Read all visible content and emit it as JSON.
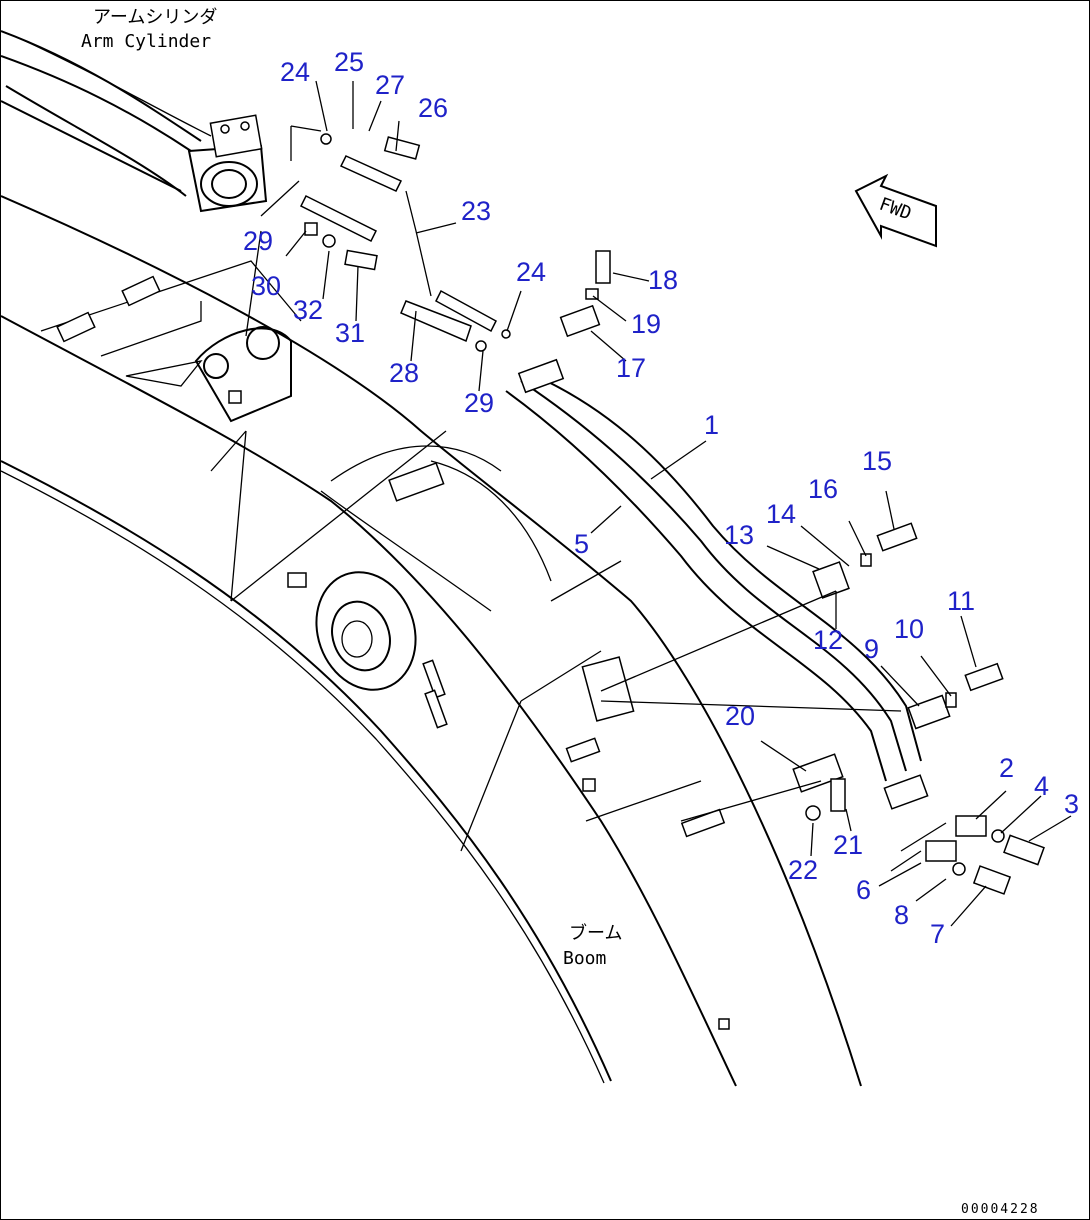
{
  "labels": {
    "arm_cylinder_jp": "アームシリンダ",
    "arm_cylinder_en": "Arm Cylinder",
    "boom_jp": "ブーム",
    "boom_en": "Boom",
    "fwd": "FWD"
  },
  "drawing_number": "00004228",
  "callouts": [
    {
      "id": "c1",
      "text": "1"
    },
    {
      "id": "c2",
      "text": "2"
    },
    {
      "id": "c3",
      "text": "3"
    },
    {
      "id": "c4",
      "text": "4"
    },
    {
      "id": "c5",
      "text": "5"
    },
    {
      "id": "c6",
      "text": "6"
    },
    {
      "id": "c7",
      "text": "7"
    },
    {
      "id": "c8",
      "text": "8"
    },
    {
      "id": "c9",
      "text": "9"
    },
    {
      "id": "c10",
      "text": "10"
    },
    {
      "id": "c11",
      "text": "11"
    },
    {
      "id": "c12",
      "text": "12"
    },
    {
      "id": "c13",
      "text": "13"
    },
    {
      "id": "c14",
      "text": "14"
    },
    {
      "id": "c15",
      "text": "15"
    },
    {
      "id": "c16",
      "text": "16"
    },
    {
      "id": "c17",
      "text": "17"
    },
    {
      "id": "c18",
      "text": "18"
    },
    {
      "id": "c19",
      "text": "19"
    },
    {
      "id": "c20",
      "text": "20"
    },
    {
      "id": "c21",
      "text": "21"
    },
    {
      "id": "c22",
      "text": "22"
    },
    {
      "id": "c23",
      "text": "23"
    },
    {
      "id": "c24a",
      "text": "24"
    },
    {
      "id": "c24b",
      "text": "24"
    },
    {
      "id": "c25",
      "text": "25"
    },
    {
      "id": "c26",
      "text": "26"
    },
    {
      "id": "c27",
      "text": "27"
    },
    {
      "id": "c28",
      "text": "28"
    },
    {
      "id": "c29a",
      "text": "29"
    },
    {
      "id": "c29b",
      "text": "29"
    },
    {
      "id": "c30",
      "text": "30"
    },
    {
      "id": "c31",
      "text": "31"
    },
    {
      "id": "c32",
      "text": "32"
    }
  ]
}
